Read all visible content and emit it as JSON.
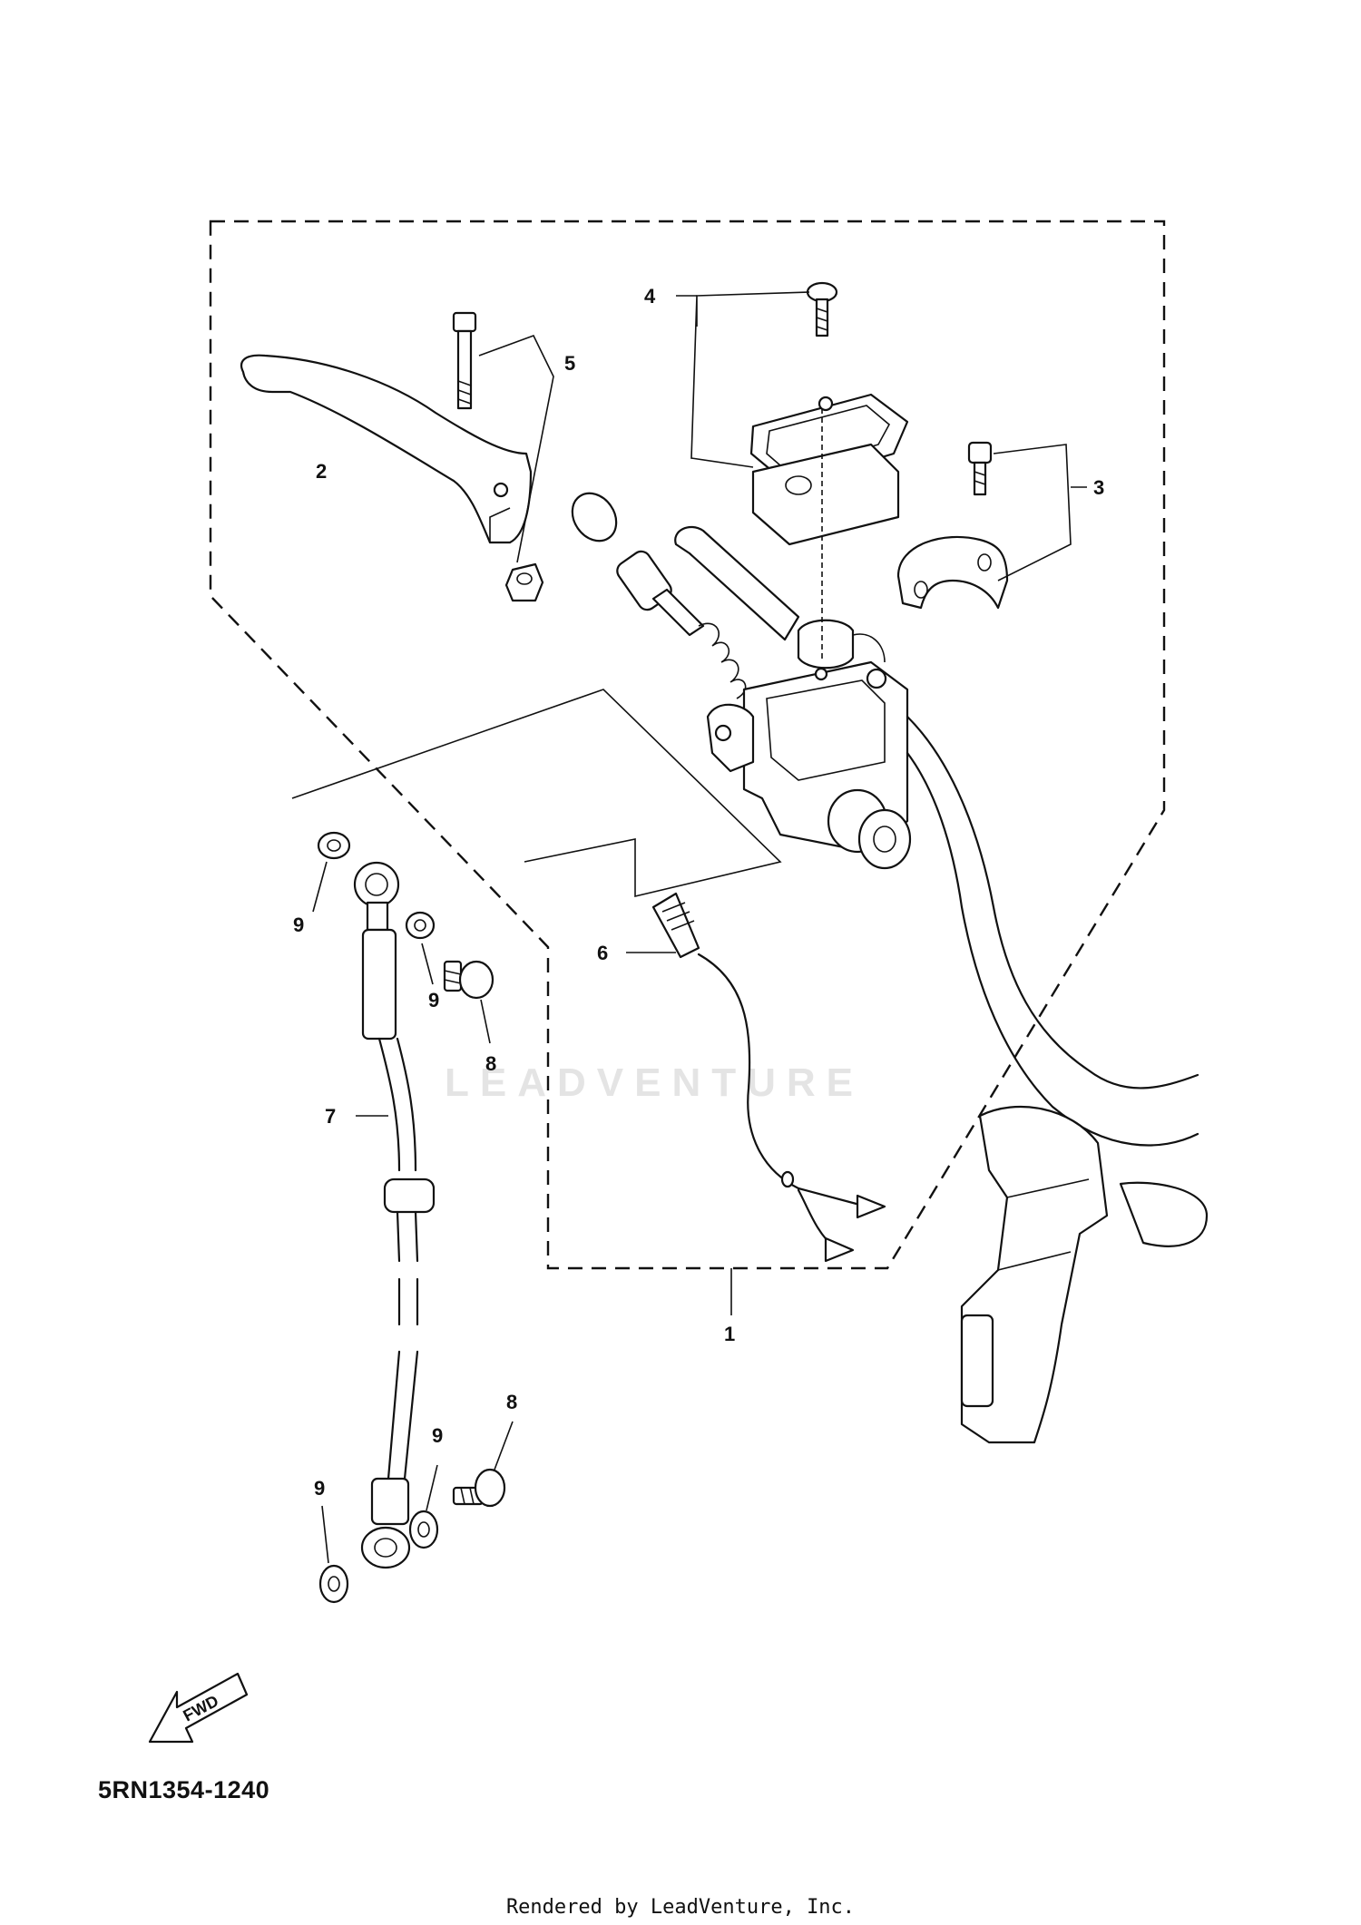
{
  "diagram": {
    "part_code": "5RN1354-1240",
    "footer": "Rendered by LeadVenture, Inc.",
    "watermark": "LEADVENTURE",
    "direction_marker": "FWD",
    "callouts": [
      {
        "id": "c1",
        "label": "1"
      },
      {
        "id": "c2",
        "label": "2"
      },
      {
        "id": "c3",
        "label": "3"
      },
      {
        "id": "c4",
        "label": "4"
      },
      {
        "id": "c5",
        "label": "5"
      },
      {
        "id": "c6",
        "label": "6"
      },
      {
        "id": "c7",
        "label": "7"
      },
      {
        "id": "c8a",
        "label": "8"
      },
      {
        "id": "c8b",
        "label": "8"
      },
      {
        "id": "c9a",
        "label": "9"
      },
      {
        "id": "c9b",
        "label": "9"
      },
      {
        "id": "c9c",
        "label": "9"
      },
      {
        "id": "c9d",
        "label": "9"
      }
    ]
  }
}
